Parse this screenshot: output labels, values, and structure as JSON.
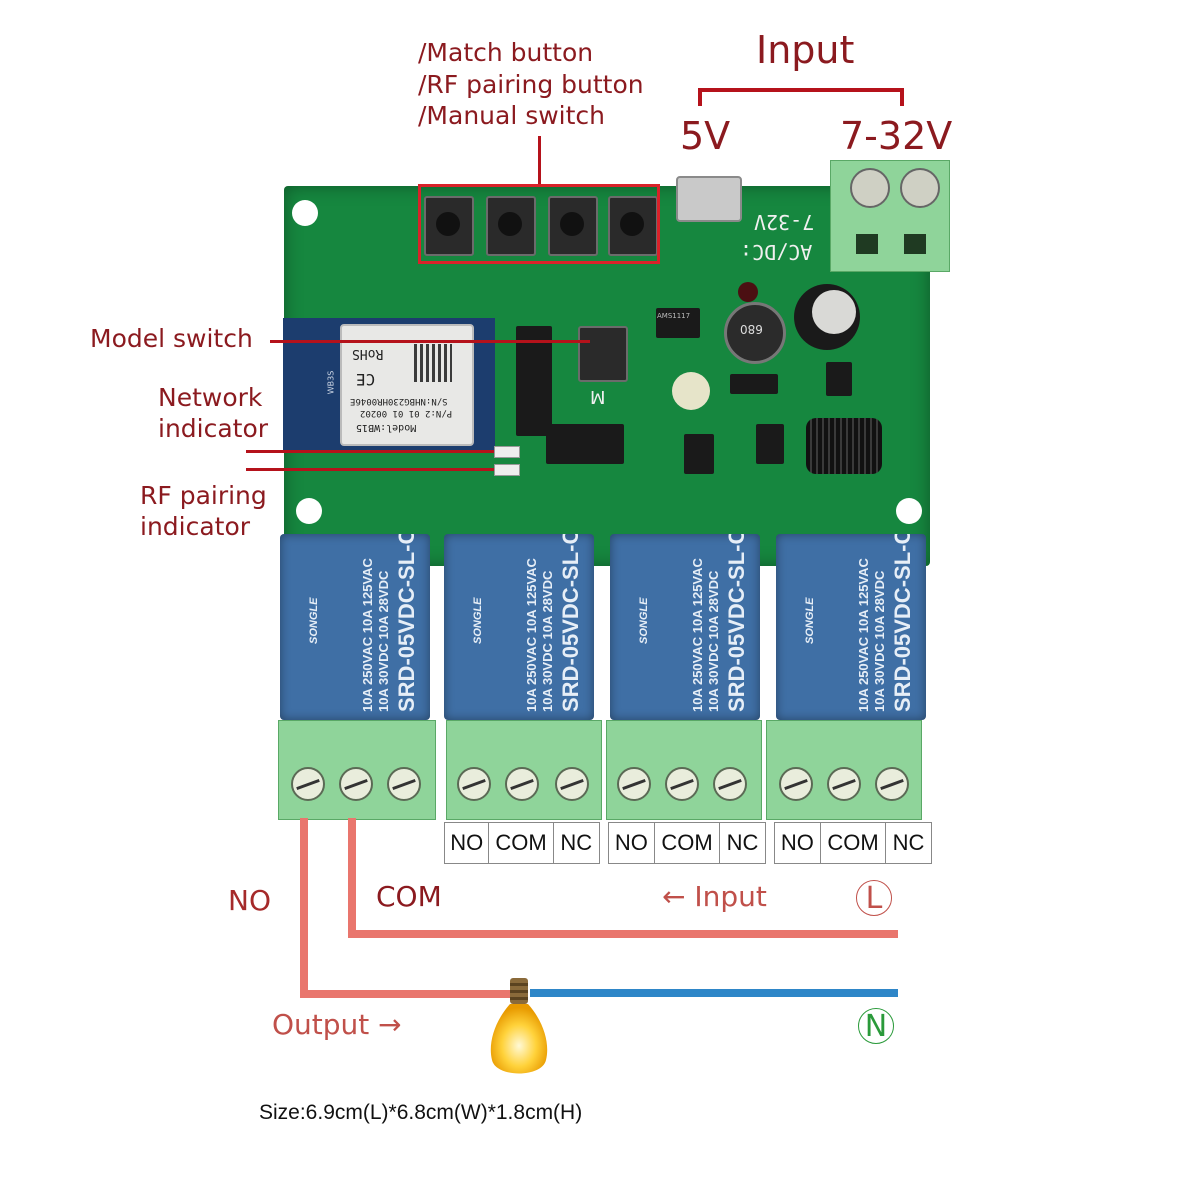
{
  "top_labels": {
    "button_lines": [
      "/Match button",
      "/RF pairing button",
      "/Manual switch"
    ],
    "input_title": "Input",
    "input_5v": "5V",
    "input_7_32v": "7-32V"
  },
  "side_labels": {
    "model_switch": "Model switch",
    "network_indicator_1": "Network",
    "network_indicator_2": "indicator",
    "rf_pairing_indicator_1": "RF pairing",
    "rf_pairing_indicator_2": "indicator"
  },
  "pcb": {
    "silkscreen_voltage": "7-32V",
    "silkscreen_acdc": "AC/DC:",
    "model_switch_marking": "M",
    "inductor_marking": "680",
    "regulator_marking": "AMS1117",
    "wifi_module": {
      "rohs": "RoHS",
      "ce": "CE",
      "sn": "S/N:NHBG230HR0046E",
      "pn": "P/N:2 01 01 00202",
      "model": "Model:WB15",
      "antenna_mark": "WB3S"
    }
  },
  "relays": [
    {
      "brand": "SONGLE",
      "rating_1": "10A 250VAC 10A 125VAC",
      "rating_2": "10A 30VDC 10A 28VDC",
      "model": "SRD-05VDC-SL-C"
    },
    {
      "brand": "SONGLE",
      "rating_1": "10A 250VAC 10A 125VAC",
      "rating_2": "10A 30VDC 10A 28VDC",
      "model": "SRD-05VDC-SL-C"
    },
    {
      "brand": "SONGLE",
      "rating_1": "10A 250VAC 10A 125VAC",
      "rating_2": "10A 30VDC 10A 28VDC",
      "model": "SRD-05VDC-SL-C"
    },
    {
      "brand": "SONGLE",
      "rating_1": "10A 250VAC 10A 125VAC",
      "rating_2": "10A 30VDC 10A 28VDC",
      "model": "SRD-05VDC-SL-C"
    }
  ],
  "pin_tables": [
    [
      "NO",
      "COM",
      "NC"
    ],
    [
      "NO",
      "COM",
      "NC"
    ],
    [
      "NO",
      "COM",
      "NC"
    ]
  ],
  "wiring": {
    "no_label": "NO",
    "com_label": "COM",
    "input_label": "← Input",
    "output_label": "Output →",
    "live_symbol": "L",
    "neutral_symbol": "N",
    "colors": {
      "live": "#e9766d",
      "neutral": "#2e86c8",
      "label_dark_red": "#8b1a1f",
      "neutral_green": "#2a9a3a"
    }
  },
  "size_note": "Size:6.9cm(L)*6.8cm(W)*1.8cm(H)"
}
